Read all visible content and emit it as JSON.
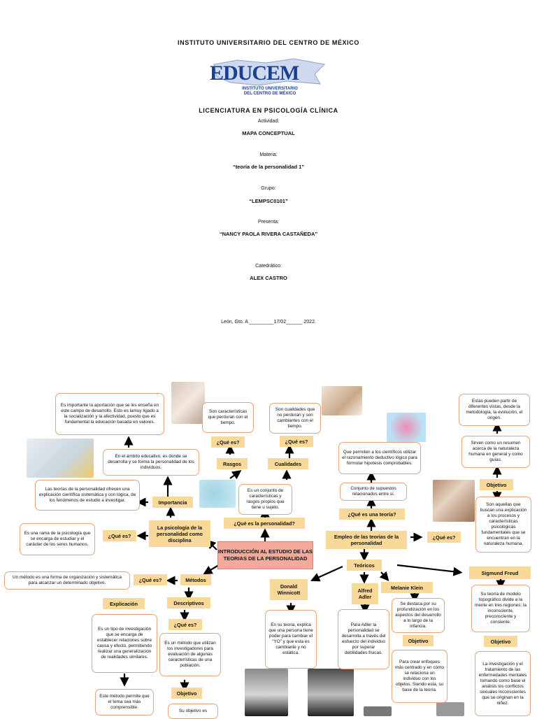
{
  "cover": {
    "institution": "INSTITUTO UNIVERSITARIO DEL CENTRO DE MÉXICO",
    "logo_text": "EDUCEM",
    "logo_sub1": "INSTITUTO UNIVERSITARIO",
    "logo_sub2": "DEL CENTRO DE MÉXICO",
    "degree": "LICENCIATURA EN PSICOLOGÍA CLÍNICA",
    "activity_label": "Actividad:",
    "activity": "MAPA CONCEPTUAL",
    "subject_label": "Materia:",
    "subject": "“teoría de la personalidad 1”",
    "group_label": "Grupo:",
    "group": "“LEMPSC0101”",
    "presenter_label": "Presenta:",
    "presenter": "“NANCY PAOLA RIVERA CASTAÑEDA”",
    "teacher_label": "Catedrático:",
    "teacher": "ALEX CASTRO",
    "place_date": "León, Gto. A _________17/02______ 2022."
  },
  "map": {
    "main": "INTRODUCCIÓN AL ESTUDIO DE LAS TEORIAS DE LA PERSONALIDAD",
    "que_es_personalidad": "¿Qué es la personalidad?",
    "personalidad_def": "Es un conjunto de características y rasgos propios que tiene u sujeto.",
    "rasgos": "Rasgos",
    "rasgos_que": "¿Qué es?",
    "rasgos_def": "Son características que perduran con el tiempo.",
    "cualidades": "Cualidades",
    "cualidades_que": "¿Qué es?",
    "cualidades_def": "Son cualidades que no perduran y son cambiantes con el tiempo.",
    "disciplina": "La psicología de la personalidad como disciplina",
    "disciplina_que": "¿Qué es?",
    "disciplina_def": "Es una rama de la psicología que se encarga de estudiar y el carácter de los seres humanos.",
    "importancia": "Importancia",
    "importancia_def1": "Las teorías de la personalidad ofrecen una explicación científica sistemática y con lógica, de los fenómenos de estudio a investigar.",
    "importancia_def2": "En el ámbito educativo, es donde se desarrolla y se forma la personalidad de los individuos.",
    "importancia_def3": "Es importante la aportación que se les enseña en este campo de desarrollo. Esto es lamuy ligado a la socialización y la afectividad, puesto que es fundamental la educación basada en valores.",
    "metodos": "Métodos",
    "metodos_que": "¿Qué es?",
    "metodos_def": "Un método es una forma de organización y sistemática para alcanzar un determinado objetivo.",
    "explicacion": "Explicación",
    "explicacion_def": "Es un tipo de investigación que se encarga de establecer relaciones sobre causa y efecto, permitiendo realizar una generalización de realidades similares.",
    "explicacion_obj": "Este método permite que el tema sea más comprensible.",
    "descriptivos": "Descriptivos",
    "descriptivos_que": "¿Qué es?",
    "descriptivos_def": "Es un método que utilizan los investigadores para evaluación de algunas características de una población.",
    "descriptivos_obj": "Objetivo",
    "descriptivos_obj_def": "Su objetivo es",
    "empleo": "Empleo de las teorias de la personalidad",
    "empleo_que": "¿Qué es?",
    "teoria_que": "¿Qué es una teoría?",
    "teoria_def": "Conjunto de supuestos relacionados entre sí.",
    "teoria_def2": "Que permiten a los científicos utilizar el razonamiento deductivo lógico para formular hipotesis comprobables.",
    "teoricos": "Teóricos",
    "winnicott": "Donald Winnicott",
    "winnicott_def": "En su teoria, explica que una persona tiene poder para cambiar el “YO” y que esta es cambiante y no estática.",
    "adler": "Alfred Adler",
    "adler_def": "Para Adler la personalidad se desarrolla a través del esfuerzo del individuo por superar debilidades físicas.",
    "klein": "Melanie Klein",
    "klein_def": "Se destaca por su profundización en los aspectos del desarrollo a lo largo de la infancia.",
    "klein_obj": "Objetivo",
    "klein_obj_def": "Para crear enfoques más centrado y en cómo se relaciona un individuo con los objetos. Siendo esta, su base de la teoría.",
    "freud": "Sigmund Freud",
    "freud_def": "Su teoría de modelo topográfico divide a la mente en tres regiones: la inconsciente, preconsciente y consiente.",
    "freud_obj": "Objetivo",
    "freud_obj_def": "La investigación y el tratamiento de las enfermedades mentales tomando como base el análisis los conflictos sexuales inconscientes que se originan en la niñez.",
    "empleo_def": "Son aquellas que buscan una explicación a los procesos y características psicológicas fundamentales que se encuentran en la naturaleza humana.",
    "empleo_obj": "Objetivo",
    "empleo_obj_def": "Sirven como un resumen acerca de la naturaleza humana en general y como guías.",
    "empleo_obj_def2": "Estas pueden partir de diferentes vistas, desde la metodología, la evolución, el origen."
  },
  "colors": {
    "tag": "#f9d99a",
    "main": "#f4a99b",
    "border": "#e8a37a",
    "logo": "#1b3f8f"
  }
}
